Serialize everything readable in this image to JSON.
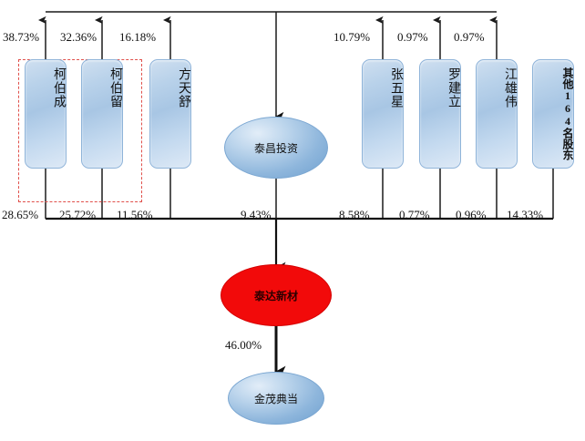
{
  "diagram": {
    "type": "ownership-structure",
    "title": "",
    "colors": {
      "box_fill": "#b9d2ea",
      "box_border": "#8fb4d9",
      "ellipse_blue": "#8eb6dc",
      "ellipse_red": "#f20a0a",
      "dashed_group_border": "#e0504b",
      "connector": "#1a1a1a"
    }
  },
  "top_shareholders": [
    {
      "id": "ke-bo-cheng",
      "label": "柯伯成",
      "pct_to_holding": "38.73%",
      "pct_to_target": "28.65%",
      "in_group": true
    },
    {
      "id": "ke-bo-liu",
      "label": "柯伯留",
      "pct_to_holding": "32.36%",
      "pct_to_target": "25.72%",
      "in_group": true
    },
    {
      "id": "fang-tian-shu",
      "label": "方天舒",
      "pct_to_holding": "16.18%",
      "pct_to_target": "11.56%",
      "in_group": false
    },
    {
      "id": "zhang-wu-xing",
      "label": "张五星",
      "pct_to_holding": "10.79%",
      "pct_to_target": "8.58%",
      "in_group": false
    },
    {
      "id": "luo-jian-li",
      "label": "罗建立",
      "pct_to_holding": "0.97%",
      "pct_to_target": "0.77%",
      "in_group": false
    },
    {
      "id": "jiang-xiong-wei",
      "label": "江雄伟",
      "pct_to_holding": "0.97%",
      "pct_to_target": "0.96%",
      "in_group": false
    },
    {
      "id": "other-164",
      "label": "其他164名股东",
      "pct_to_holding": "",
      "pct_to_target": "14.33%",
      "in_group": false
    }
  ],
  "holding_company": {
    "id": "taichang-investment",
    "label": "泰昌投资",
    "pct_to_target": "9.43%"
  },
  "target_company": {
    "id": "taida-xincai",
    "label": "泰达新材",
    "pct_to_subsidiary": "46.00%"
  },
  "subsidiary": {
    "id": "jinmao-dianquan",
    "label": "金茂典当"
  }
}
